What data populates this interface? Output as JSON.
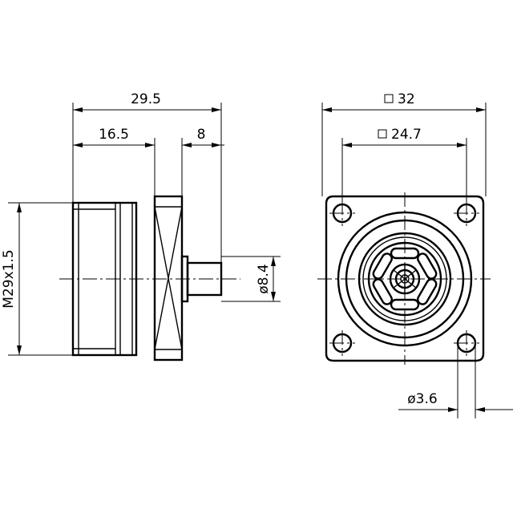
{
  "side_view": {
    "dimensions": {
      "overall_length": "29.5",
      "thread_length": "16.5",
      "pin_length": "8",
      "thread_size": "M29x1.5",
      "pin_diameter": "ø8.4"
    }
  },
  "front_view": {
    "dimensions": {
      "flange_square": "32",
      "hole_spacing_square": "24.7",
      "hole_diameter": "ø3.6"
    },
    "square_symbol": "□"
  }
}
